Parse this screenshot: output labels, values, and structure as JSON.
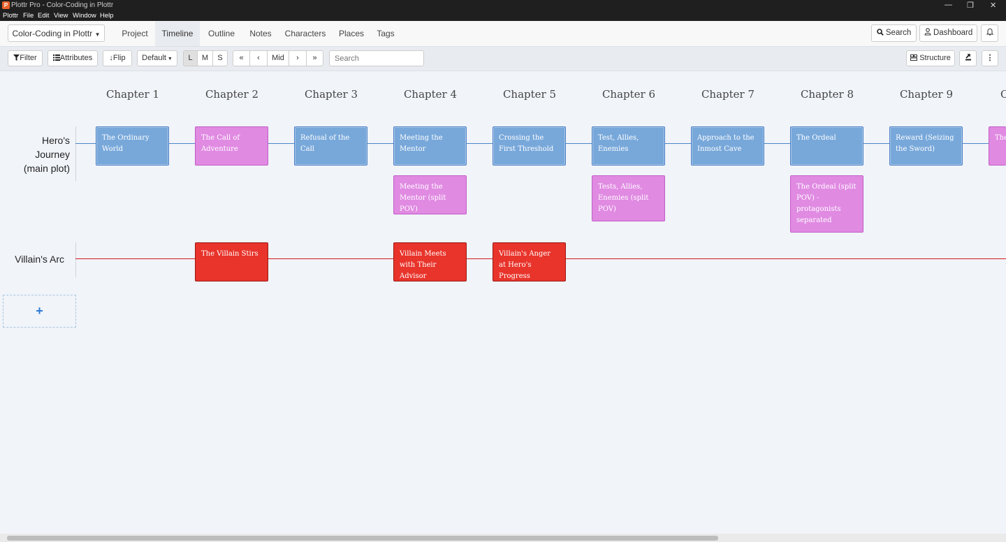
{
  "window": {
    "title": "Plottr Pro - Color-Coding in Plottr",
    "app_icon": "P",
    "controls": [
      "—",
      "❐",
      "✕"
    ]
  },
  "menu": [
    "Plottr",
    "File",
    "Edit",
    "View",
    "Window",
    "Help"
  ],
  "nav": {
    "project_label": "Color-Coding in Plottr",
    "tabs": [
      "Project",
      "Timeline",
      "Outline",
      "Notes",
      "Characters",
      "Places",
      "Tags"
    ],
    "active_tab": "Timeline",
    "search_label": "Search",
    "dashboard_label": "Dashboard"
  },
  "toolbar": {
    "filter_label": "Filter",
    "attributes_label": "Attributes",
    "flip_label": "Flip",
    "default_label": "Default",
    "sizes": [
      "L",
      "M",
      "S"
    ],
    "nav_first": "«",
    "nav_prev": "‹",
    "nav_mid": "Mid",
    "nav_next": "›",
    "nav_last": "»",
    "search_placeholder": "Search",
    "structure_label": "Structure",
    "more_label": "⋮"
  },
  "timeline": {
    "chapters": [
      "Chapter 1",
      "Chapter 2",
      "Chapter 3",
      "Chapter 4",
      "Chapter 5",
      "Chapter 6",
      "Chapter 7",
      "Chapter 8",
      "Chapter 9",
      "C"
    ],
    "plotlines": [
      {
        "name": "Hero's Journey (main plot)",
        "color": "#4a86c8"
      },
      {
        "name": "Villain's Arc",
        "color": "#d11a1a"
      }
    ],
    "cards": {
      "hero_row1": [
        "The Ordinary World",
        "The Call of Adventure",
        "Refusal of the Call",
        "Meeting the Mentor",
        "Crossing the First Threshold",
        "Test, Allies, Enemies",
        "Approach to the Inmost Cave",
        "The Ordeal",
        "Reward (Seizing the Sword)",
        "The"
      ],
      "hero_row2": [
        "Meeting the Mentor (split POV)",
        "Tests, Allies, Enemies (split POV)",
        "The Ordeal (split POV) - protagonists separated"
      ],
      "villain": [
        "The Villain Stirs",
        "Villain Meets with Their Advisor",
        "Villain's Anger at Hero's Progress"
      ]
    },
    "add_label": "+"
  },
  "colors": {
    "blue_card": "#78a8da",
    "pink_card": "#e08ae2",
    "red_card": "#e8342b",
    "accent": "#2d7bd4"
  }
}
